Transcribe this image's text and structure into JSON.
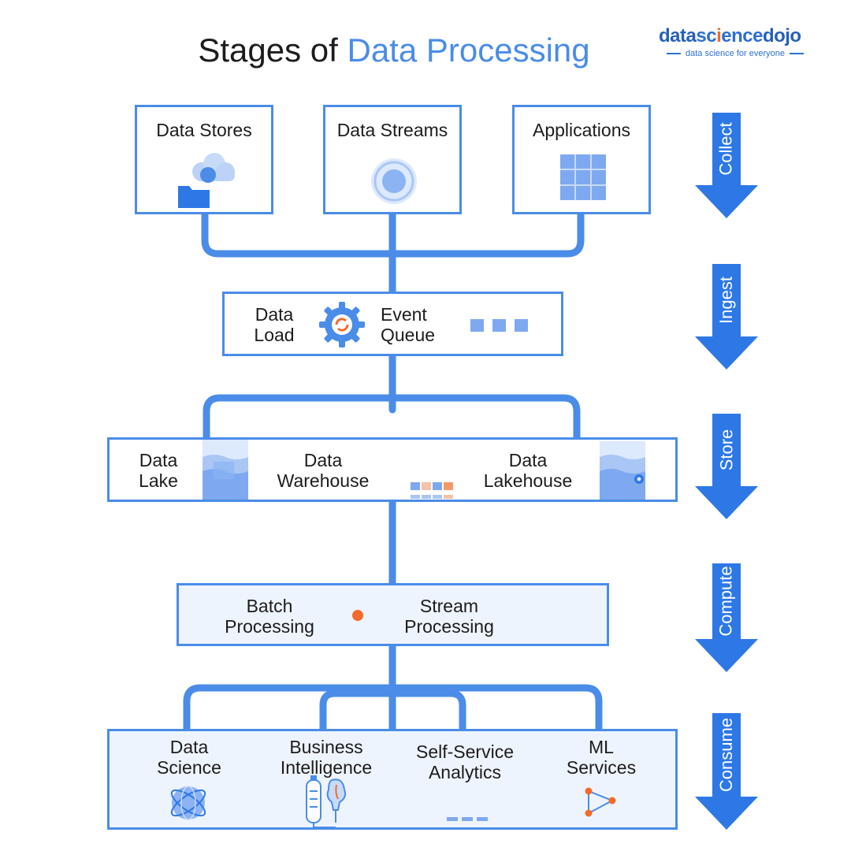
{
  "title": {
    "prefix": "Stages of",
    "accent": "Data Processing"
  },
  "logo": {
    "part1": "data",
    "part2": "sc",
    "part3": "ence",
    "part4": "dojo",
    "tagline": "data science for everyone"
  },
  "stages": [
    "Collect",
    "Ingest",
    "Store",
    "Compute",
    "Consume"
  ],
  "collect": {
    "data_stores": "Data Stores",
    "data_streams": "Data Streams",
    "applications": "Applications"
  },
  "ingest": {
    "data_load": "Data\nLoad",
    "event_queue": "Event\nQueue"
  },
  "store": {
    "data_lake": "Data\nLake",
    "data_warehouse": "Data\nWarehouse",
    "data_lakehouse": "Data\nLakehouse"
  },
  "compute": {
    "batch": "Batch\nProcessing",
    "stream": "Stream\nProcessing"
  },
  "consume": {
    "data_science": "Data\nScience",
    "business_intelligence": "Business\nIntelligence",
    "self_service": "Self-Service\nAnalytics",
    "ml_services": "ML\nServices"
  },
  "colors": {
    "accent": "#4a8ce8",
    "light_accent": "#a9c6f5",
    "tint": "#eef4fd",
    "orange": "#f36b2b",
    "text": "#1c1c1c"
  }
}
